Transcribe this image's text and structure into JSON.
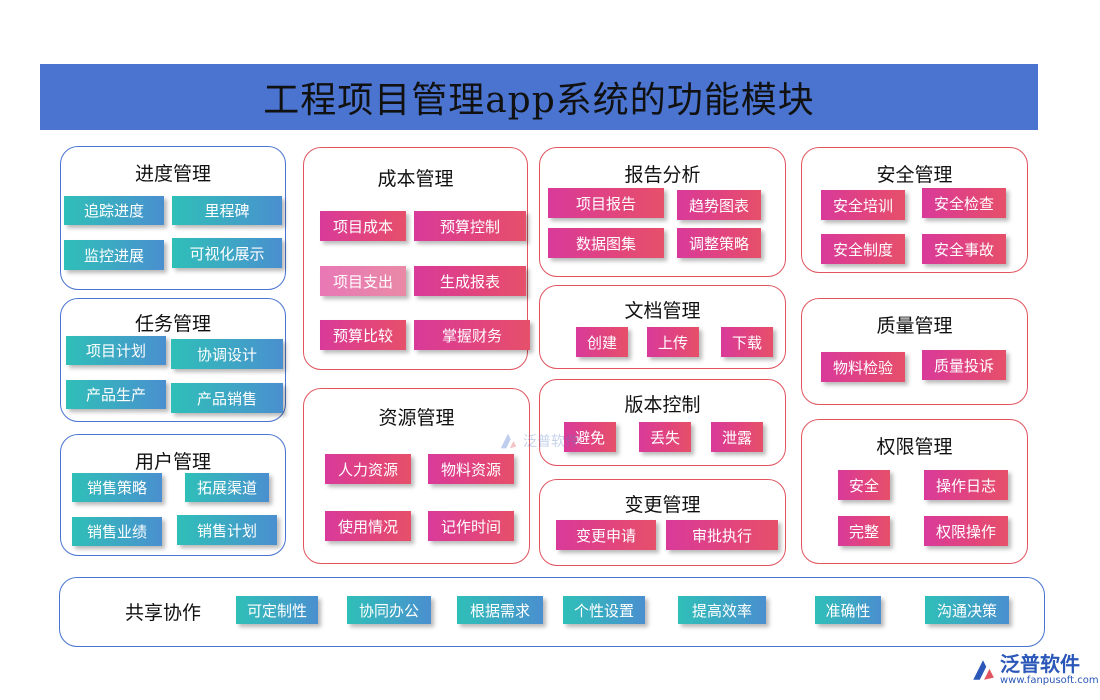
{
  "title": "工程项目管理app系统的功能模块",
  "modules": {
    "progress": {
      "title": "进度管理",
      "items": [
        "追踪进度",
        "里程碑",
        "监控进展",
        "可视化展示"
      ]
    },
    "task": {
      "title": "任务管理",
      "items": [
        "项目计划",
        "协调设计",
        "产品生产",
        "产品销售"
      ]
    },
    "user": {
      "title": "用户管理",
      "items": [
        "销售策略",
        "拓展渠道",
        "销售业绩",
        "销售计划"
      ]
    },
    "cost": {
      "title": "成本管理",
      "items": [
        "项目成本",
        "预算控制",
        "项目支出",
        "生成报表",
        "预算比较",
        "掌握财务"
      ]
    },
    "resource": {
      "title": "资源管理",
      "items": [
        "人力资源",
        "物料资源",
        "使用情况",
        "记作时间"
      ]
    },
    "report": {
      "title": "报告分析",
      "items": [
        "项目报告",
        "趋势图表",
        "数据图集",
        "调整策略"
      ]
    },
    "document": {
      "title": "文档管理",
      "items": [
        "创建",
        "上传",
        "下载"
      ]
    },
    "version": {
      "title": "版本控制",
      "items": [
        "避免",
        "丢失",
        "泄露"
      ]
    },
    "change": {
      "title": "变更管理",
      "items": [
        "变更申请",
        "审批执行"
      ]
    },
    "safety": {
      "title": "安全管理",
      "items": [
        "安全培训",
        "安全检查",
        "安全制度",
        "安全事故"
      ]
    },
    "quality": {
      "title": "质量管理",
      "items": [
        "物料检验",
        "质量投诉"
      ]
    },
    "permission": {
      "title": "权限管理",
      "items": [
        "安全",
        "操作日志",
        "完整",
        "权限操作"
      ]
    },
    "share": {
      "title": "共享协作",
      "items": [
        "可定制性",
        "协同办公",
        "根据需求",
        "个性设置",
        "提高效率",
        "准确性",
        "沟通决策"
      ]
    }
  },
  "watermark": {
    "text": "泛普软件",
    "icon": "fanpu-logo-icon"
  },
  "logo": {
    "name": "泛普软件",
    "url": "www.fanpusoft.com",
    "icon": "fanpu-logo-icon"
  },
  "colors": {
    "title_bar": "#4a74d0",
    "blue_border": "#4a74d0",
    "red_border": "#e0555f",
    "teal_chip": "#2fbfb8",
    "pink_chip": "#e1447e"
  }
}
